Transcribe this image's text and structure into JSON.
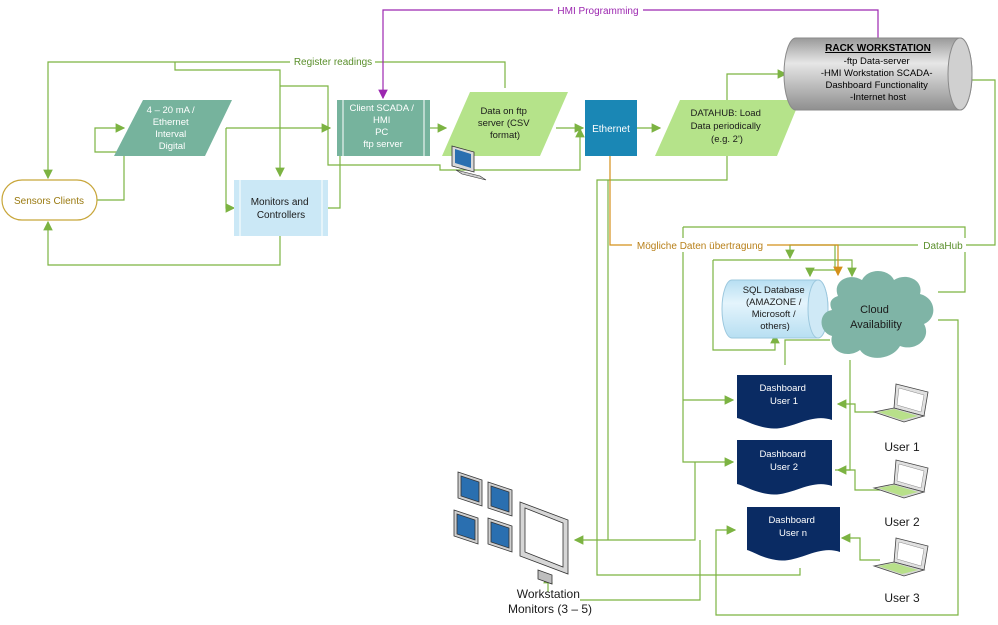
{
  "labels": {
    "hmi_programming": "HMI Programming",
    "register_readings": "Register readings",
    "moegliche": "Mögliche Daten übertragung",
    "datahub_line": "DataHub"
  },
  "nodes": {
    "sensors": "Sensors Clients",
    "signal": [
      "4 – 20 mA /",
      "Ethernet",
      "Interval",
      "Digital"
    ],
    "monitors": [
      "Monitors and",
      "Controllers"
    ],
    "scada": [
      "Client SCADA /",
      "HMI",
      "PC",
      "ftp server"
    ],
    "ftpdata": [
      "Data on ftp",
      "server (CSV",
      "format)"
    ],
    "ethernet": "Ethernet",
    "datahub": [
      "DATAHUB: Load",
      "Data periodically",
      "(e.g. 2')"
    ],
    "rack_title": "RACK WORKSTATION",
    "rack_lines": [
      "-ftp Data-server",
      "-HMI Workstation SCADA-",
      "Dashboard Functionality",
      "-Internet host"
    ],
    "sql": [
      "SQL Database",
      "(AMAZONE /",
      "Microsoft /",
      "others)"
    ],
    "cloud": [
      "Cloud",
      "Availability"
    ],
    "dash1": [
      "Dashboard",
      "User 1"
    ],
    "dash2": [
      "Dashboard",
      "User 2"
    ],
    "dashn": [
      "Dashboard",
      "User n"
    ],
    "user1": "User 1",
    "user2": "User 2",
    "user3": "User 3",
    "workstation": [
      "Workstation",
      "Monitors (3 – 5)"
    ]
  },
  "colors": {
    "green": "#7cb342",
    "purple": "#9c27b0",
    "orange": "#d4901a",
    "teal": "#76b39d",
    "lightgreen": "#b5e38a",
    "blue": "#1a87b5",
    "navy": "#0a2b63",
    "lightblue": "#cbe8f6",
    "cloud": "#7fb4a6",
    "grey": "#a8a8a8"
  }
}
